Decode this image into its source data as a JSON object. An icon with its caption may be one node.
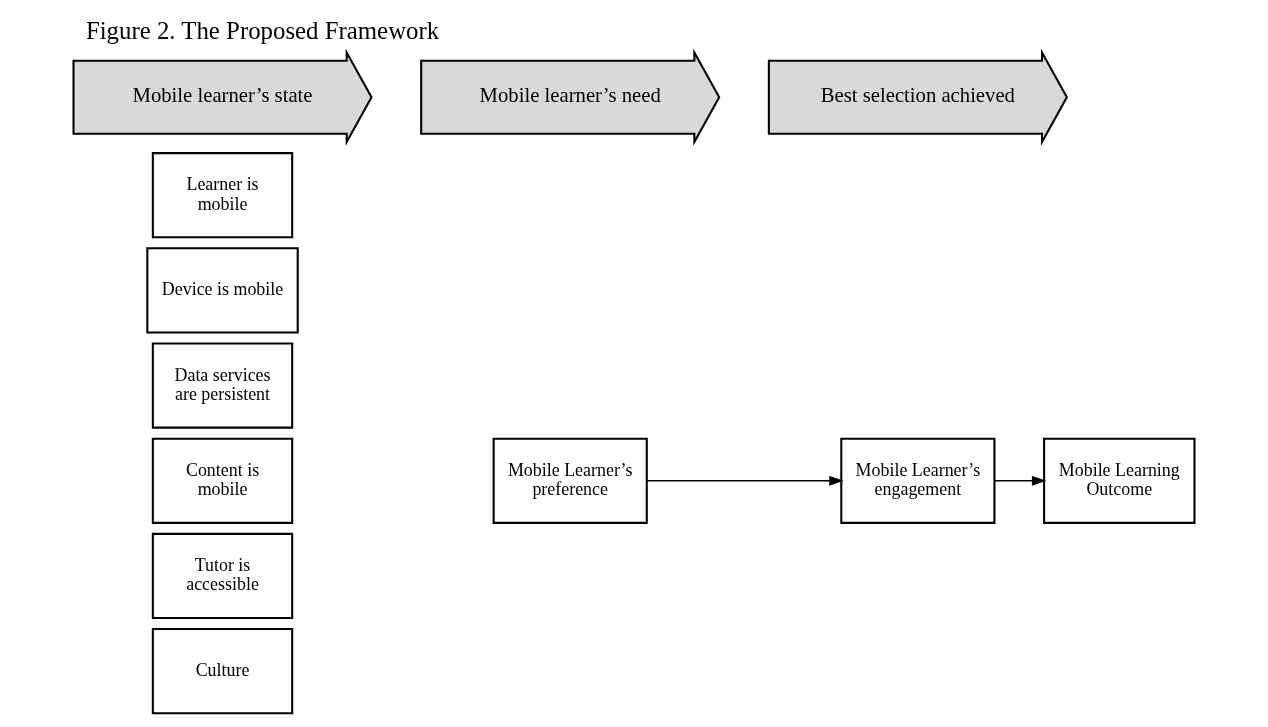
{
  "diagram": {
    "title": "Figure 2. The Proposed Framework",
    "nodes": [
      {
        "text": [
          "Mobile learner’s state"
        ]
      },
      {
        "text": [
          "Mobile learner’s need"
        ]
      },
      {
        "text": [
          "Best selection achieved"
        ]
      },
      {
        "text": [
          "Learner is mobile"
        ]
      },
      {
        "text": [
          "Device is mobile"
        ]
      },
      {
        "text": [
          "Data services are persistent"
        ]
      },
      {
        "text": [
          "Content is mobile"
        ]
      },
      {
        "text": [
          "Tutor is accessible"
        ]
      },
      {
        "text": [
          "Culture"
        ]
      },
      {
        "text": [
          "Mobile Learner’s preference"
        ]
      },
      {
        "text": [
          "Mobile Learner’s engagement"
        ]
      },
      {
        "text": [
          "Mobile Learning Outcome"
        ]
      }
    ],
    "edges": [
      {
        "from": 9,
        "to": 10,
        "arrow": "to"
      },
      {
        "from": 10,
        "to": 11,
        "arrow": "to"
      }
    ]
  }
}
